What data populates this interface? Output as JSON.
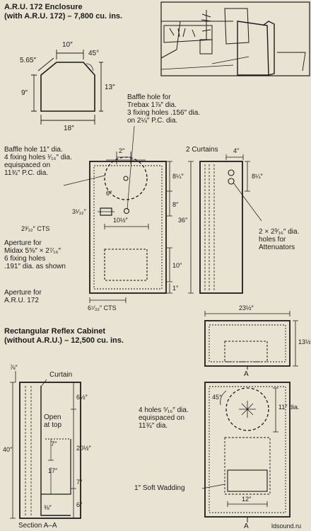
{
  "header": {
    "title": "A.R.U. 172 Enclosure",
    "subtitle": "(with A.R.U. 172) – 7,800 cu. ins."
  },
  "top_plan": {
    "width_top": "10″",
    "angle": "45°",
    "corner": "5.65″",
    "side_left": "9″",
    "side_right": "13″",
    "width_bottom": "18″"
  },
  "labels": {
    "trebax": "Baffle hole for\nTrebax 1⅞″ dia.\n3 fixing holes .156″ dia.\non 2¼″ P.C. dia.",
    "baffle": "Baffle hole 11″ dia.\n4 fixing holes ¹⁄₁₆″ dia.\nequispaced on\n11¾″ P.C. dia.",
    "curtains": "2 Curtains",
    "midax": "Aperture for\nMidax 5⅝″ × 2⁷⁄₁₆″\n6 fixing holes\n.191″ dia. as shown",
    "aru": "Aperture for\nA.R.U. 172",
    "attenuators": "2 × 2³⁄₁₆″ dia.\nholes for\nAttenuators"
  },
  "front_dims": {
    "d2": "2″",
    "d6": "6″",
    "d8_1_4": "8¼″",
    "d8": "8″",
    "d3": "3¹⁄₃₂″",
    "d2_cts": "2³⁄₃₂″ CTS",
    "d10_1_2": "10½″",
    "d36": "36″",
    "d10": "10″",
    "d1": "1″",
    "d6_cts": "6⁷⁄₃₂″ CTS",
    "d4": "4″",
    "d8_side": "8¼″"
  },
  "reflex": {
    "title": "Rectangular Reflex Cabinet",
    "subtitle": "(without A.R.U.) – 12,500 cu. ins.",
    "top_width": "23½″",
    "top_depth": "13½″",
    "marker_a": "A",
    "curtain": "Curtain",
    "open_top": "Open\nat top",
    "d_7_8": "⅞″",
    "d40": "40″",
    "d6_1_2": "6½″",
    "d20_1_2": "20½″",
    "d7a": "7″",
    "d17": "17″",
    "d7b": "7″",
    "d6": "6″",
    "d3_8": "⅜″",
    "holes": "4 holes ⁵⁄₁₆″ dia.\nequispaced on\n11¾″ dia.",
    "d45": "45°",
    "d11": "11″ dia.",
    "wadding": "1″ Soft Wadding",
    "d12": "12″",
    "section": "Section A–A",
    "watermark": "ldsound.ru"
  }
}
